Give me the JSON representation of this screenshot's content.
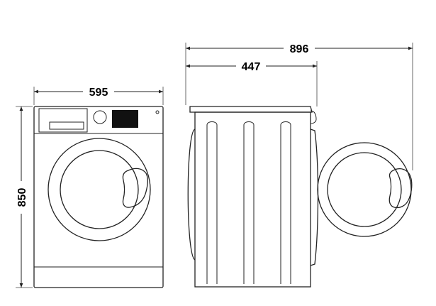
{
  "dimensions": {
    "width": "595",
    "height": "850",
    "depth": "447",
    "depth_door_open": "896"
  }
}
